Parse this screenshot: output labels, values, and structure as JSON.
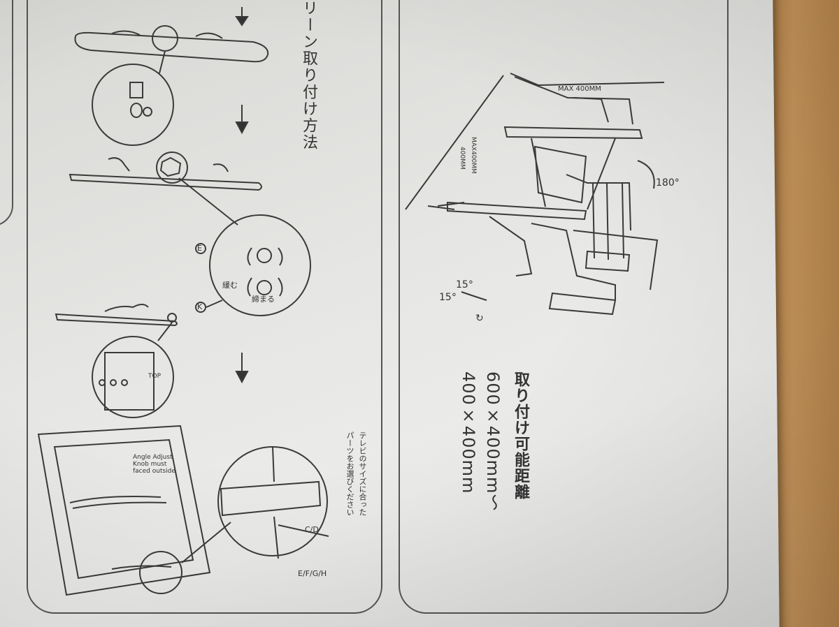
{
  "left_panel": {
    "title": "リーン取り付け方法",
    "tighten_label": "締まる",
    "loosen_label": "緩む",
    "part_e": "E",
    "part_k": "K",
    "top_label": "TOP",
    "knob_note": [
      "Angle Adjust",
      "Knob must",
      "faced outside"
    ],
    "size_note_a": "テレビのサイズに合った",
    "size_note_b": "パーツをお選びください",
    "part_cd": "C/D",
    "part_efgh": "E/F/G/H"
  },
  "right_panel": {
    "max_width": "MAX 400MM",
    "max_height": "MAX400MM",
    "min_height": "400MM",
    "angle_swivel": "180°",
    "angle_tilt_a": "15°",
    "angle_tilt_b": "15°",
    "spec_title": "取り付け可能距離",
    "spec_range_a": "600×400mm～",
    "spec_range_b": "400×400mm"
  }
}
